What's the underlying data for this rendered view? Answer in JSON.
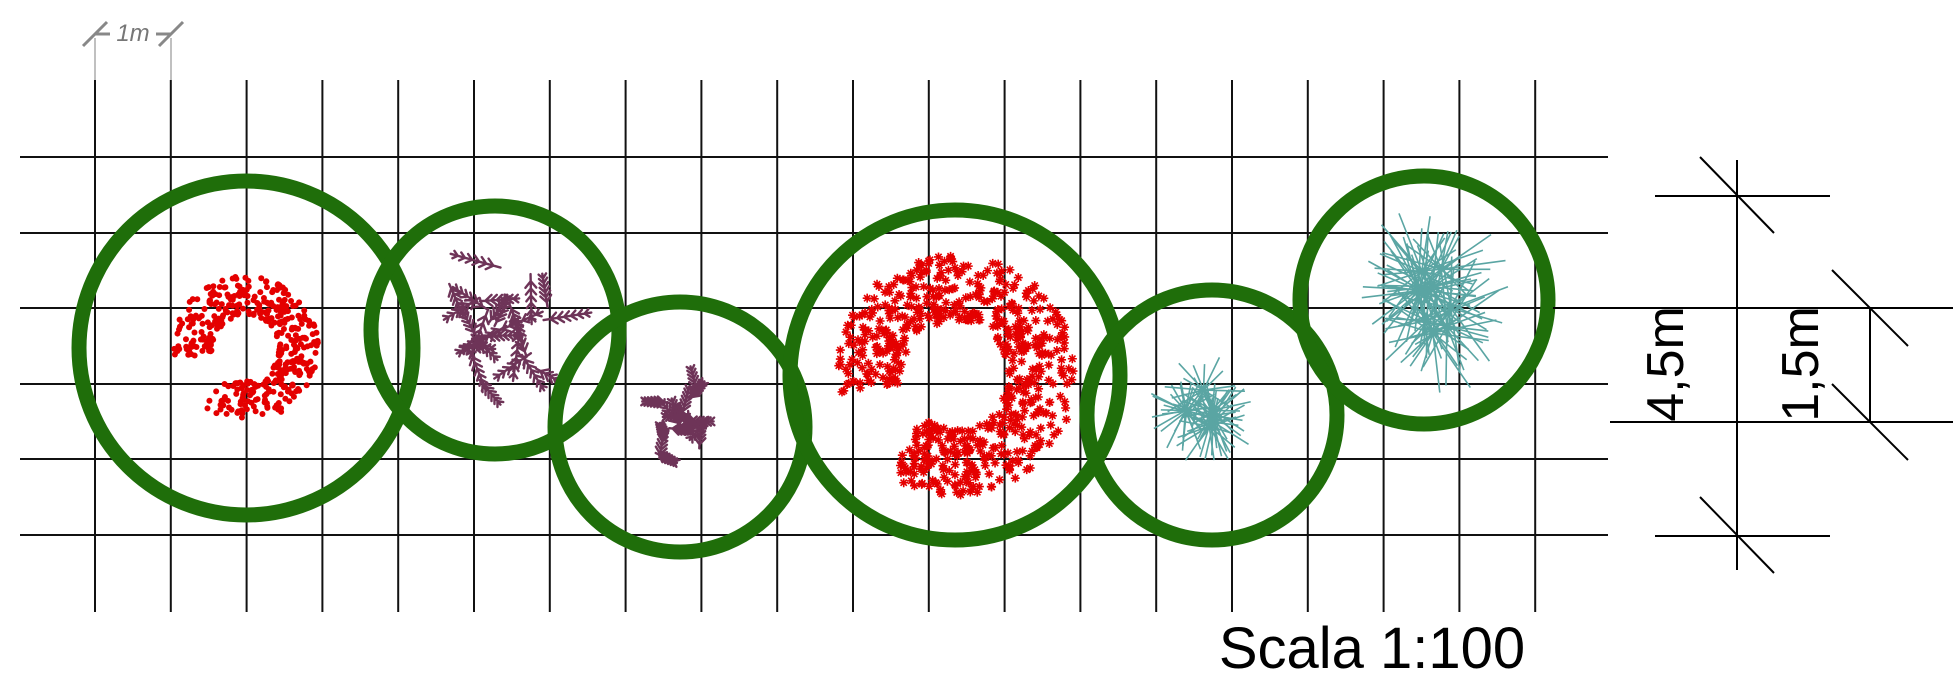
{
  "scale_bar_label": "1m",
  "scale_text": "Scala 1:100",
  "dimension_large": "4,5m",
  "dimension_small": "1,5m",
  "colors": {
    "grid": "#111111",
    "canopy_ring": "#1f6e0a",
    "red_plant": "#e40000",
    "purple_plant": "#6e3458",
    "teal_plant": "#5aa5a3",
    "scale_mark": "#888888"
  },
  "plants": [
    {
      "name": "red-shrub-1",
      "type": "red"
    },
    {
      "name": "purple-shrub-1",
      "type": "purple"
    },
    {
      "name": "purple-shrub-2",
      "type": "purple"
    },
    {
      "name": "red-shrub-2",
      "type": "red"
    },
    {
      "name": "teal-grass-1",
      "type": "teal"
    },
    {
      "name": "teal-grass-2",
      "type": "teal"
    }
  ]
}
